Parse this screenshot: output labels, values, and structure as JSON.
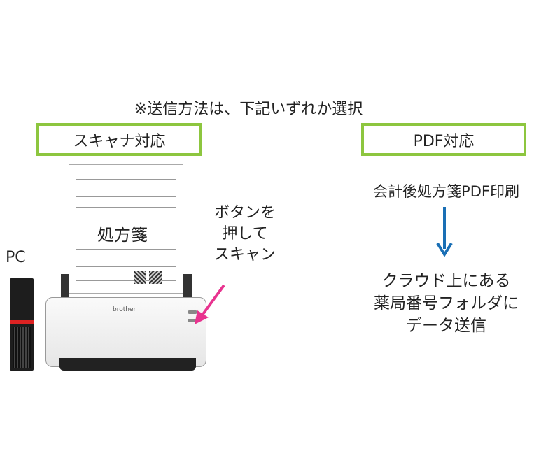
{
  "heading": "※送信方法は、下記いずれか選択",
  "left": {
    "title": "スキャナ対応",
    "paper_label": "処方箋",
    "scanner_brand": "brother",
    "pc_label": "PC",
    "instruction": [
      "ボタンを",
      "押して",
      "スキャン"
    ]
  },
  "right": {
    "title": "PDF対応",
    "step1": "会計後処方箋PDF印刷",
    "step2": [
      "クラウド上にある",
      "薬局番号フォルダに",
      "データ送信"
    ]
  },
  "colors": {
    "box_border": "#8dc63f",
    "arrow_blue": "#1a6fb5",
    "arrow_pink": "#e8338f"
  }
}
